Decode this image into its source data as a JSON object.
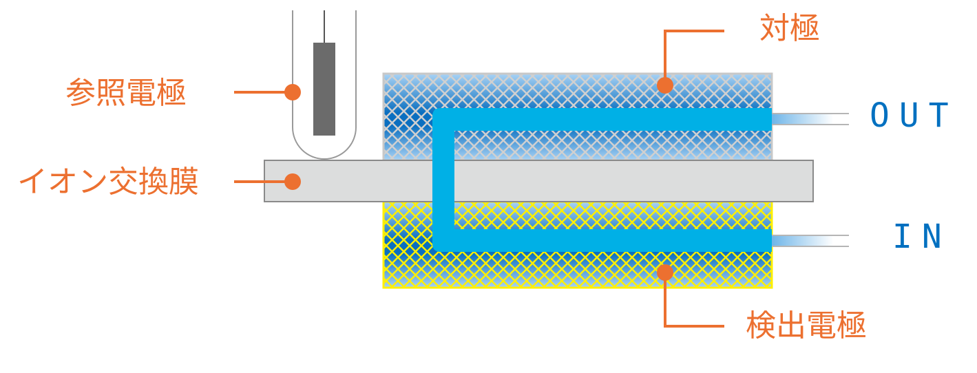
{
  "labels": {
    "reference_electrode": "参照電極",
    "ion_exchange_membrane": "イオン交換膜",
    "counter_electrode": "対極",
    "detection_electrode": "検出電極"
  },
  "flow": {
    "out": "OUT",
    "in": "IN"
  },
  "colors": {
    "label": "#ec7030",
    "leader": "#ec7030",
    "flow_text": "#0070c0",
    "channel": "#00b0e6",
    "membrane": "#dcdddd",
    "counter_mesh": "#cfcfcf",
    "detection_mesh": "#fff000"
  }
}
